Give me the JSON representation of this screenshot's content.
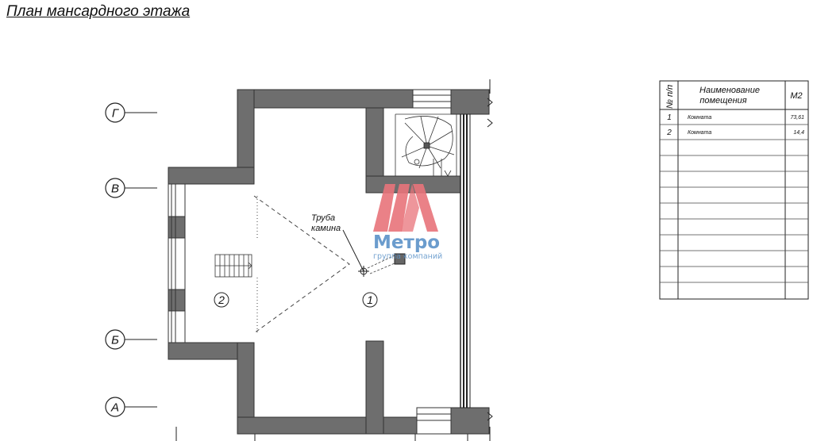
{
  "page": {
    "title": "План мансардного этажа"
  },
  "axes": [
    {
      "label": "Г"
    },
    {
      "label": "В"
    },
    {
      "label": "Б"
    },
    {
      "label": "А"
    }
  ],
  "rooms": [
    {
      "number": "1"
    },
    {
      "number": "2"
    }
  ],
  "annotation": {
    "line1": "Труба",
    "line2": "камина"
  },
  "watermark": {
    "brand": "Метро",
    "subtitle": "группа компаний"
  },
  "schedule": {
    "headers": {
      "num": "№ п/п",
      "name_line1": "Наименование",
      "name_line2": "помещения",
      "area": "М2"
    },
    "rows": [
      {
        "num": "1",
        "name": "Комната",
        "area": "73,61"
      },
      {
        "num": "2",
        "name": "Комната",
        "area": "14,4"
      }
    ]
  },
  "colors": {
    "wall": "#6e6e6e",
    "watermark_red": "#e8737a",
    "watermark_blue": "#5b92c8"
  }
}
